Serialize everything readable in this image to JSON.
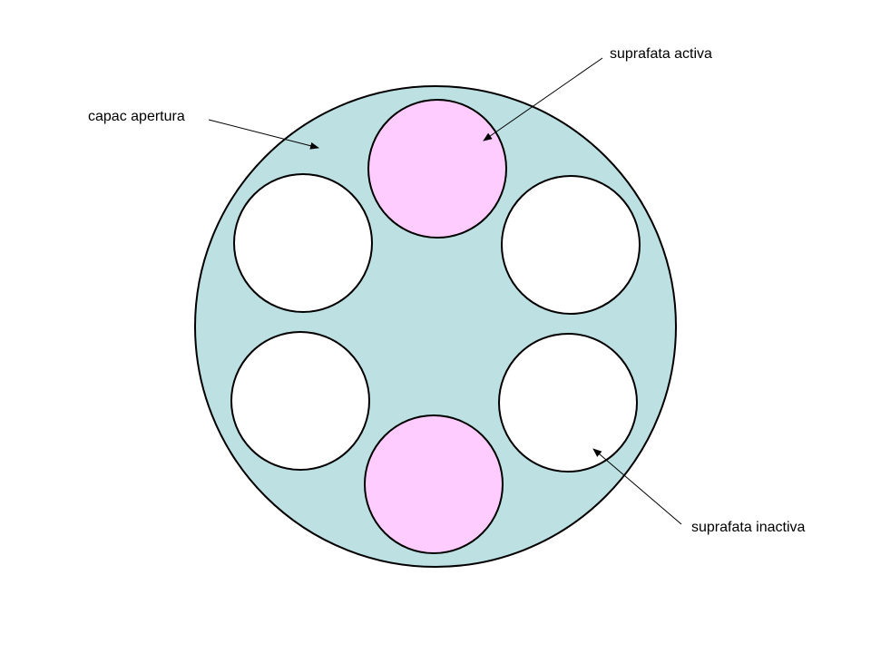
{
  "labels": {
    "capac": "capac apertura",
    "active": "suprafata activa",
    "inactive": "suprafata inactiva"
  },
  "colors": {
    "cap_fill": "#bde0e3",
    "active_fill": "#ffccff",
    "inactive_fill": "#ffffff",
    "stroke": "#000000",
    "background": "#ffffff"
  }
}
